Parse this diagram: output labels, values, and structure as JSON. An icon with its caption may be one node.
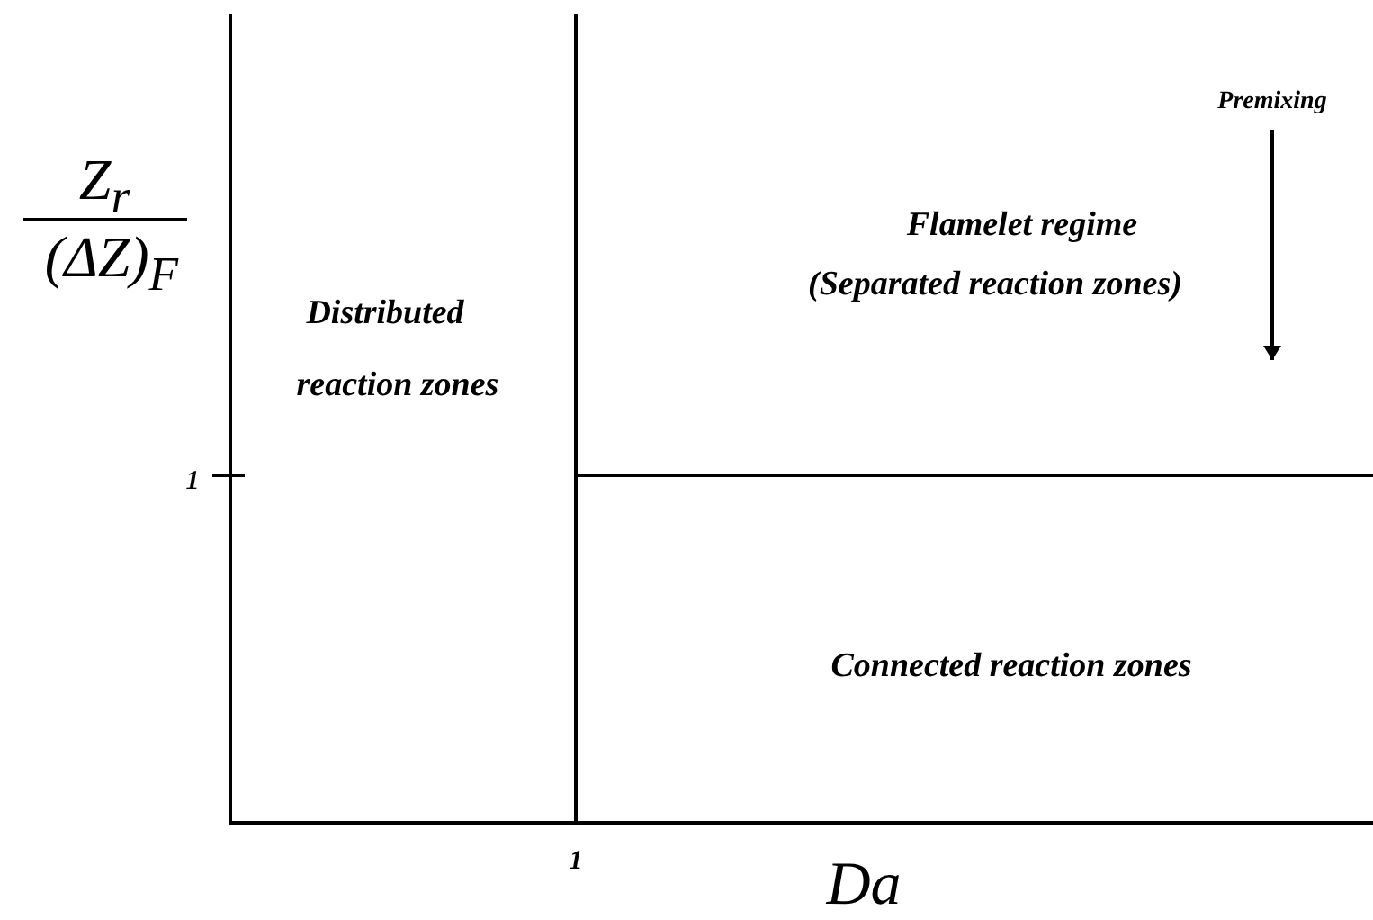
{
  "diagram": {
    "labels": [
      "Premixing",
      "Z$_{r}$",
      "(ΔZ)$_{F}$",
      "Flamelet regime",
      "(Separated reaction zones)",
      "Distributed",
      "reaction zones",
      "1",
      "Connected reaction zones",
      "1",
      "Da"
    ]
  }
}
